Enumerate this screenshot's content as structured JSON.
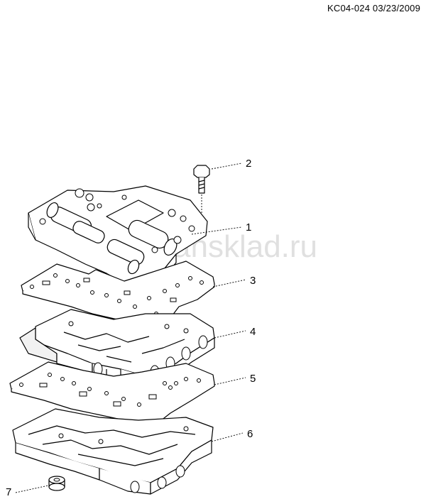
{
  "header": {
    "code": "KC04-024 03/23/2009"
  },
  "watermark": {
    "text": "ansklad.ru"
  },
  "callouts": [
    {
      "number": "1"
    },
    {
      "number": "2"
    },
    {
      "number": "3"
    },
    {
      "number": "4"
    },
    {
      "number": "5"
    },
    {
      "number": "6"
    },
    {
      "number": "7"
    }
  ]
}
